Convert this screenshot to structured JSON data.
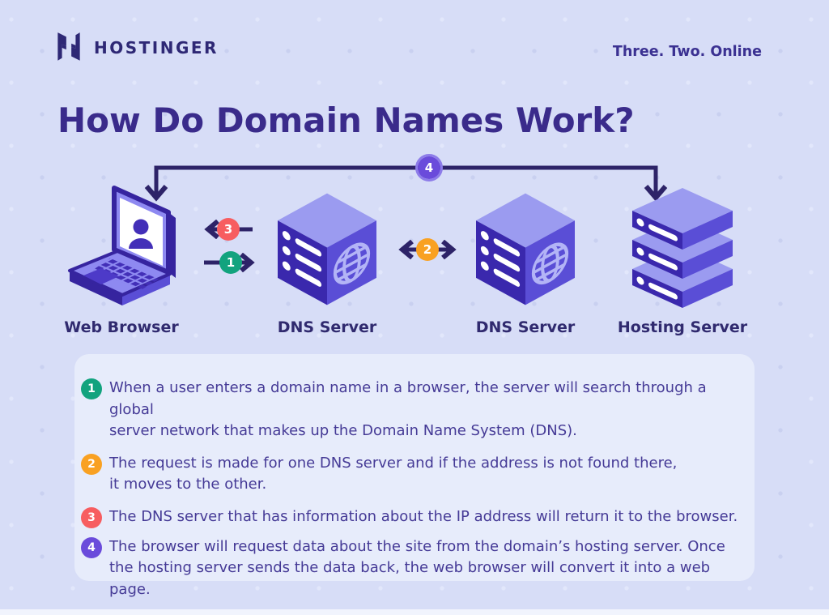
{
  "header": {
    "brand": "HOSTINGER",
    "tagline": "Three. Two. Online"
  },
  "title": "How Do Domain Names Work?",
  "diagram": {
    "nodes": [
      {
        "icon": "laptop-icon",
        "label": "Web Browser"
      },
      {
        "icon": "dns-server-cube-icon",
        "label": "DNS Server"
      },
      {
        "icon": "dns-server-cube-icon",
        "label": "DNS Server"
      },
      {
        "icon": "server-stack-icon",
        "label": "Hosting Server"
      }
    ],
    "badges": [
      {
        "number": "1",
        "color": "#12a37e"
      },
      {
        "number": "2",
        "color": "#f9a122"
      },
      {
        "number": "3",
        "color": "#f75d60"
      },
      {
        "number": "4",
        "color": "#6a4bdb"
      }
    ]
  },
  "steps": [
    {
      "number": "1",
      "color": "#12a37e",
      "text": "When a user enters a domain name in a browser, the server will search through a global\nserver network that makes up the Domain Name System (DNS)."
    },
    {
      "number": "2",
      "color": "#f9a122",
      "text": "The request is made for one DNS server and if the address is not found there,\nit moves to the other."
    },
    {
      "number": "3",
      "color": "#f75d60",
      "text": "The DNS server that has information about the IP address will return it to the browser."
    },
    {
      "number": "4",
      "color": "#6a4bdb",
      "text": "The browser will request data about the site from the domain’s hosting server. Once\nthe hosting server sends the data back, the web browser will convert it into a web page."
    }
  ],
  "colors": {
    "background": "#d7ddf7",
    "panel": "#e7ecfb",
    "heading": "#3a2b8b",
    "body_text": "#453a96",
    "line_arrow": "#2d2368",
    "cube_top": "#9b9bf0",
    "cube_left": "#3a28ad",
    "cube_right": "#5a4ed6"
  }
}
